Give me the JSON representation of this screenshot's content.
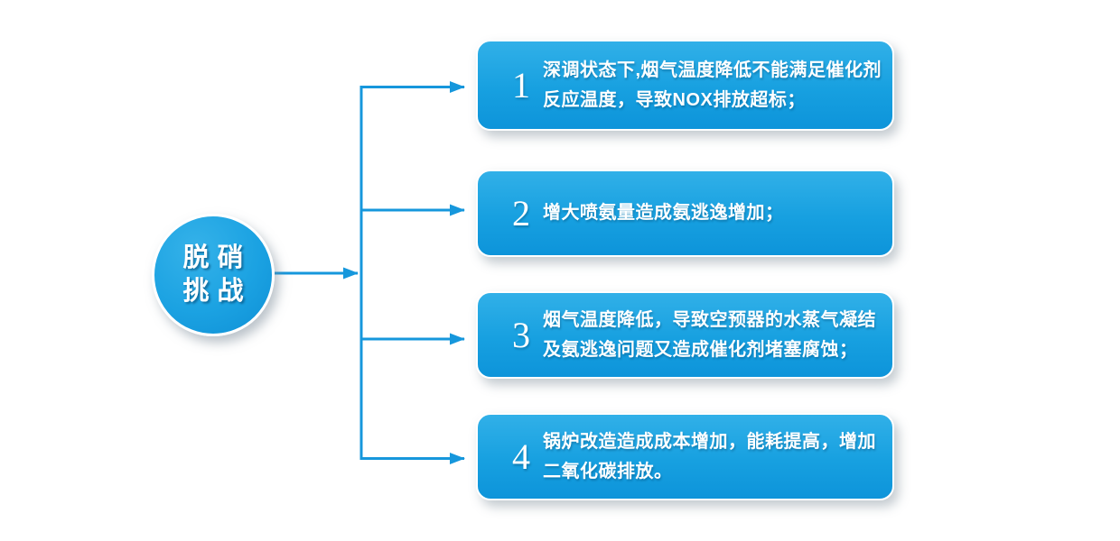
{
  "circle": {
    "line1": "脱硝",
    "line2": "挑战"
  },
  "items": [
    {
      "number": "1",
      "lines": [
        "深调状态下,烟气温度降低不能满足催化剂",
        "反应温度，导致NOX排放超标；"
      ]
    },
    {
      "number": "2",
      "lines": [
        "增大喷氨量造成氨逃逸增加；"
      ]
    },
    {
      "number": "3",
      "lines": [
        "烟气温度降低，导致空预器的水蒸气凝结",
        "及氨逃逸问题又造成催化剂堵塞腐蚀；"
      ]
    },
    {
      "number": "4",
      "lines": [
        "锅炉改造造成成本增加，能耗提高，增加",
        "二氧化碳排放。"
      ]
    }
  ],
  "colors": {
    "connector_blue": "#1697dc",
    "box_blue_top": "#31b0e8",
    "box_blue_bottom": "#0d94da",
    "circle_blue": "#1ba2e2",
    "text_white": "#ffffff"
  }
}
